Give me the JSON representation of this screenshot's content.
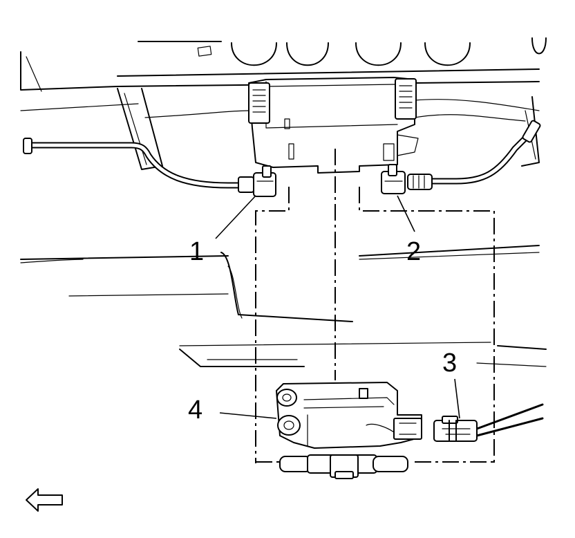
{
  "callouts": [
    {
      "id": "1",
      "label": "1"
    },
    {
      "id": "2",
      "label": "2"
    },
    {
      "id": "3",
      "label": "3"
    },
    {
      "id": "4",
      "label": "4"
    }
  ],
  "icons": {
    "direction_arrow": "arrow-left-icon"
  }
}
